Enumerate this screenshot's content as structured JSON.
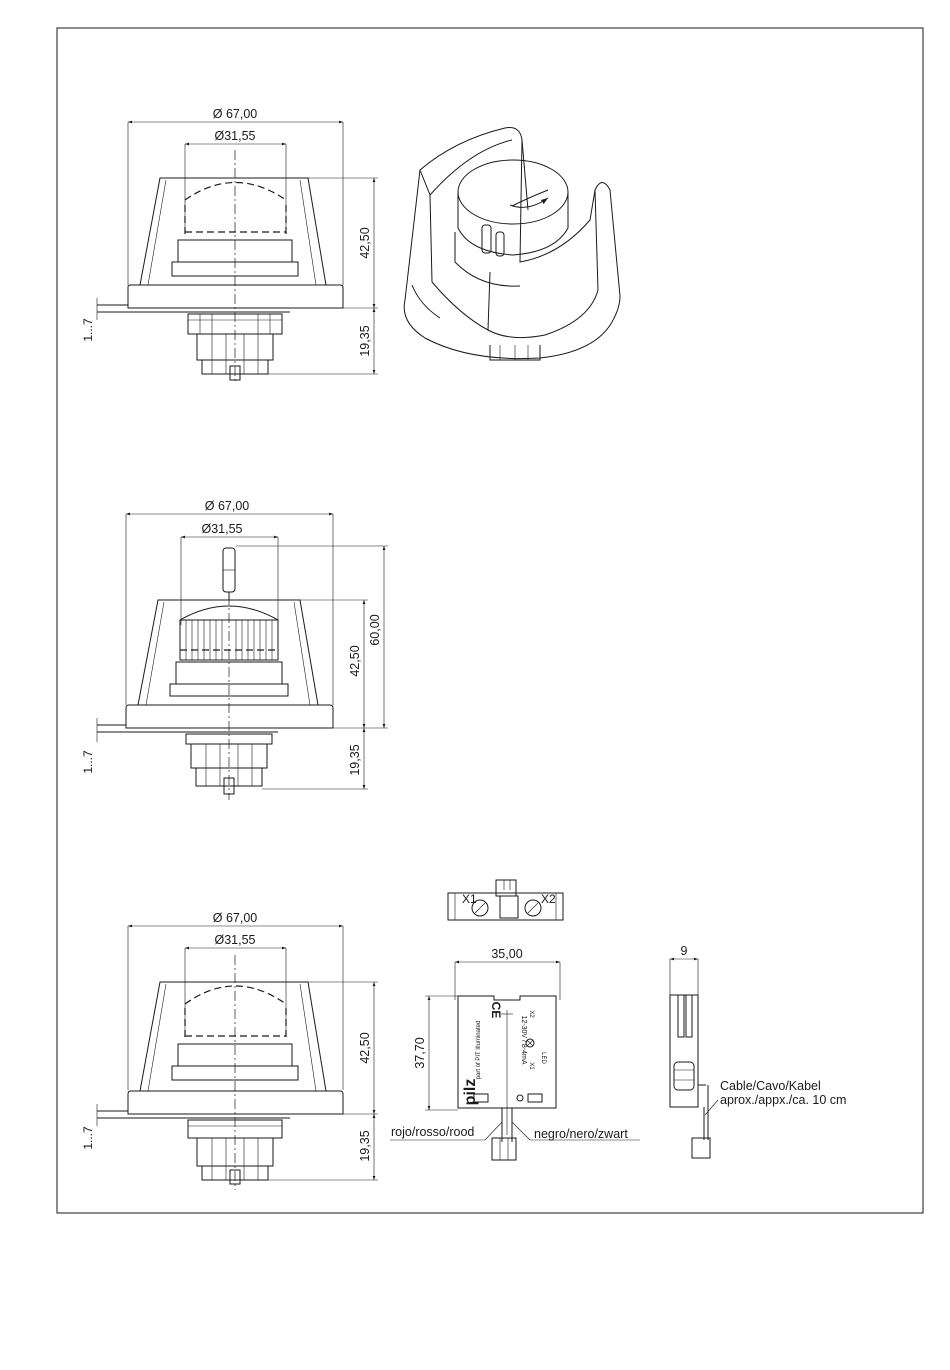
{
  "drawing": {
    "view1": {
      "dia_outer": "Ø 67,00",
      "dia_inner": "Ø31,55",
      "height": "42,50",
      "base_height": "19,35",
      "panel_range": "1...7"
    },
    "view2": {
      "dia_outer": "Ø 67,00",
      "dia_inner": "Ø31,55",
      "total_height": "60,00",
      "height": "42,50",
      "base_height": "19,35",
      "panel_range": "1...7"
    },
    "view3": {
      "dia_outer": "Ø 67,00",
      "dia_inner": "Ø31,55",
      "height": "42,50",
      "base_height": "19,35",
      "panel_range": "1...7"
    },
    "terminal_module": {
      "terminal_x1": "X1",
      "terminal_x2": "X2",
      "width": "35,00",
      "height": "37,70",
      "side_width": "9",
      "brand": "pilz",
      "ce_mark": "CE",
      "part_text": "part of PIT Illuminated",
      "rating_text": "12-30V / 8-4mA",
      "led_label": "LED",
      "x1_small": "X1",
      "x2_small": "X2",
      "wire_red": "rojo/rosso/rood",
      "wire_black": "negro/nero/zwart",
      "cable_line1": "Cable/Cavo/Kabel",
      "cable_line2": "aprox./appx./ca. 10 cm"
    }
  }
}
